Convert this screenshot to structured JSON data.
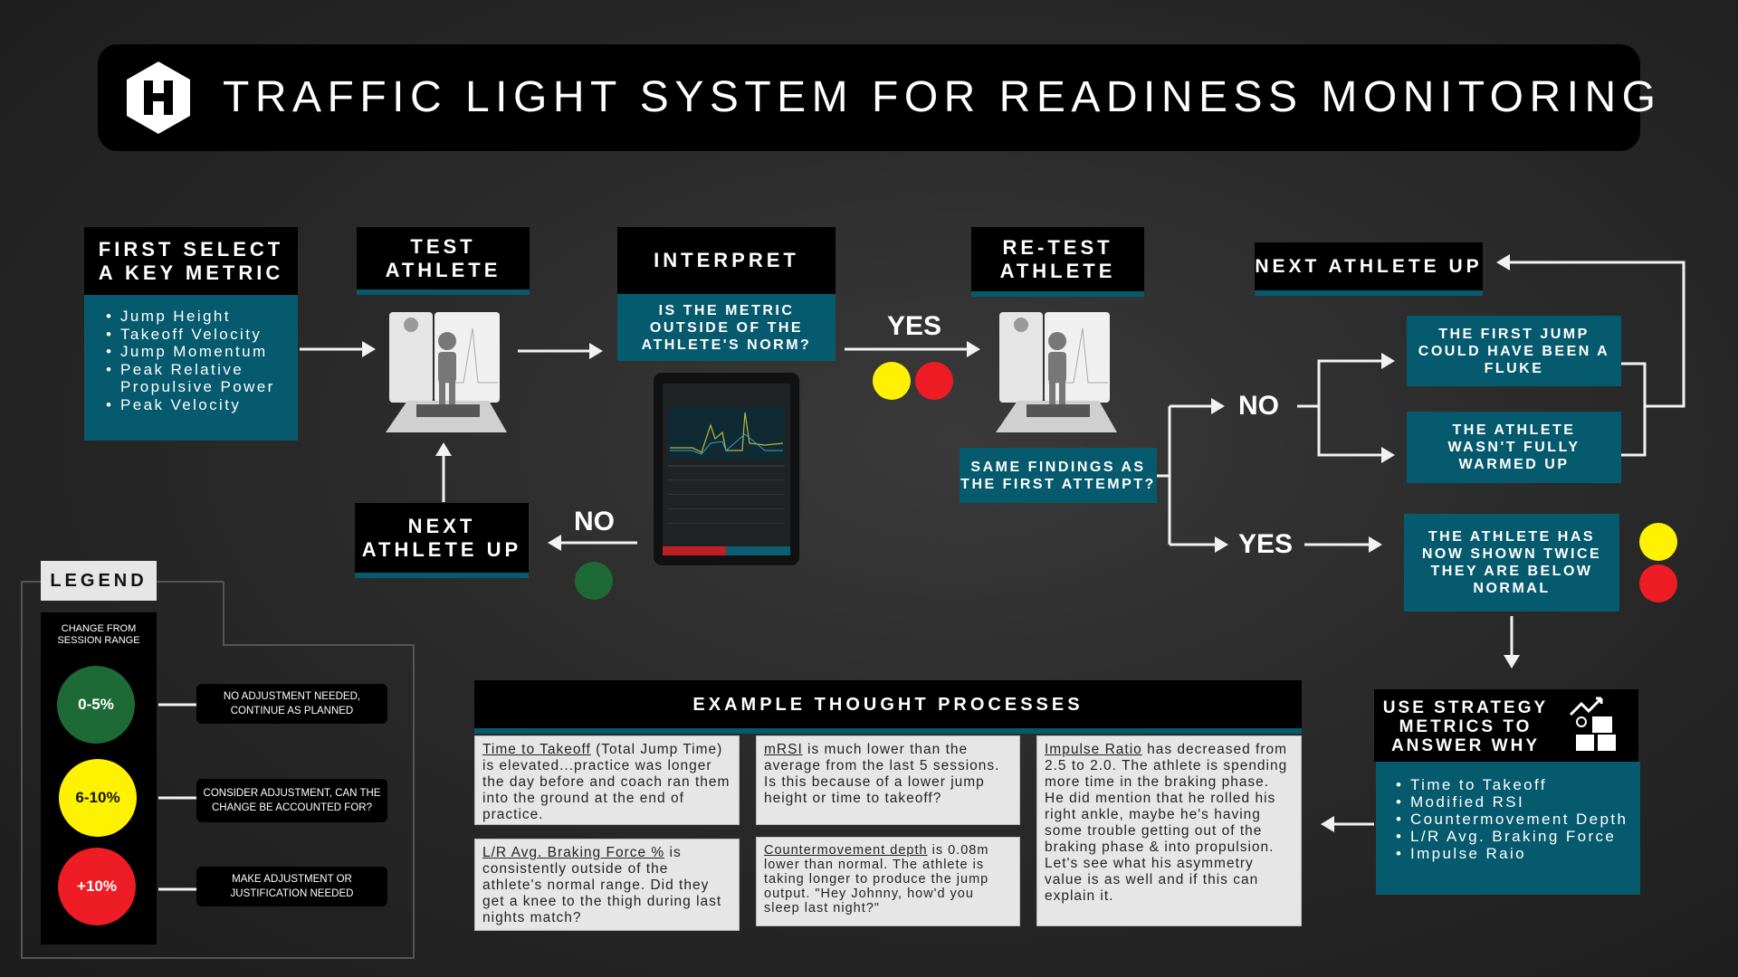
{
  "title": "TRAFFIC LIGHT SYSTEM FOR READINESS MONITORING",
  "colors": {
    "teal": "#065a6e",
    "green": "#1e6a36",
    "yellow": "#fff200",
    "red": "#ee1c24"
  },
  "step1": {
    "title": "FIRST SELECT\nA KEY METRIC",
    "items": [
      "Jump Height",
      "Takeoff Velocity",
      "Jump Momentum",
      "Peak Relative Propulsive Power",
      "Peak Velocity"
    ]
  },
  "step2": {
    "title": "TEST\nATHLETE",
    "icon": "force-plate-athlete-icon"
  },
  "step3": {
    "title": "INTERPRET",
    "question": "IS THE METRIC\nOUTSIDE OF THE\nATHLETE'S NORM?",
    "icon": "tablet-results-icon"
  },
  "yes1": "YES",
  "no1": "NO",
  "next1": "NEXT\nATHLETE UP",
  "step4": {
    "title": "RE-TEST\nATHLETE",
    "question": "SAME FINDINGS AS\nTHE FIRST ATTEMPT?"
  },
  "no2": "NO",
  "yes2": "YES",
  "next2": "NEXT ATHLETE UP",
  "fluke": "THE FIRST JUMP\nCOULD HAVE BEEN A\nFLUKE",
  "warmup": "THE ATHLETE\nWASN'T FULLY\nWARMED UP",
  "below": "THE ATHLETE HAS\nNOW SHOWN TWICE\nTHEY ARE BELOW\nNORMAL",
  "strategy": {
    "title": "USE STRATEGY\nMETRICS TO\nANSWER WHY",
    "items": [
      "Time to Takeoff",
      "Modified RSI",
      "Countermovement Depth",
      "L/R Avg. Braking Force",
      "Impulse Raio"
    ]
  },
  "examples": {
    "title": "EXAMPLE THOUGHT PROCESSES",
    "c1a": {
      "u": "Time to Takeoff",
      "t": " (Total Jump Time) is elevated...practice was longer the day before and coach ran them into the ground at the end of practice."
    },
    "c1b": {
      "u": "L/R Avg. Braking Force %",
      "t": " is consistently outside of the athlete's normal range. Did they get a knee to the thigh during last nights match?"
    },
    "c2a": {
      "u": "mRSI",
      "t": " is much lower than the average from the last 5 sessions. Is this because of a lower jump height or time to takeoff?"
    },
    "c2b": {
      "u": "Countermovement depth",
      "t": " is 0.08m lower than normal. The athlete is taking longer to produce the jump output. \"Hey Johnny, how'd you sleep last night?\""
    },
    "c3": {
      "u": "Impulse Ratio",
      "t": " has decreased from 2.5 to 2.0. The athlete is spending more time in the braking phase. He did mention that he rolled his right ankle, maybe he's having some trouble getting out of the braking phase & into propulsion. Let's see what his asymmetry value is as well and if this can explain it."
    }
  },
  "legend": {
    "title": "LEGEND",
    "subtitle": "CHANGE FROM\nSESSION RANGE",
    "levels": [
      {
        "range": "0-5%",
        "desc": "NO ADJUSTMENT NEEDED,\nCONTINUE AS PLANNED"
      },
      {
        "range": "6-10%",
        "desc": "CONSIDER ADJUSTMENT, CAN THE\nCHANGE BE ACCOUNTED FOR?"
      },
      {
        "range": "+10%",
        "desc": "MAKE ADJUSTMENT OR\nJUSTIFICATION NEEDED"
      }
    ]
  }
}
